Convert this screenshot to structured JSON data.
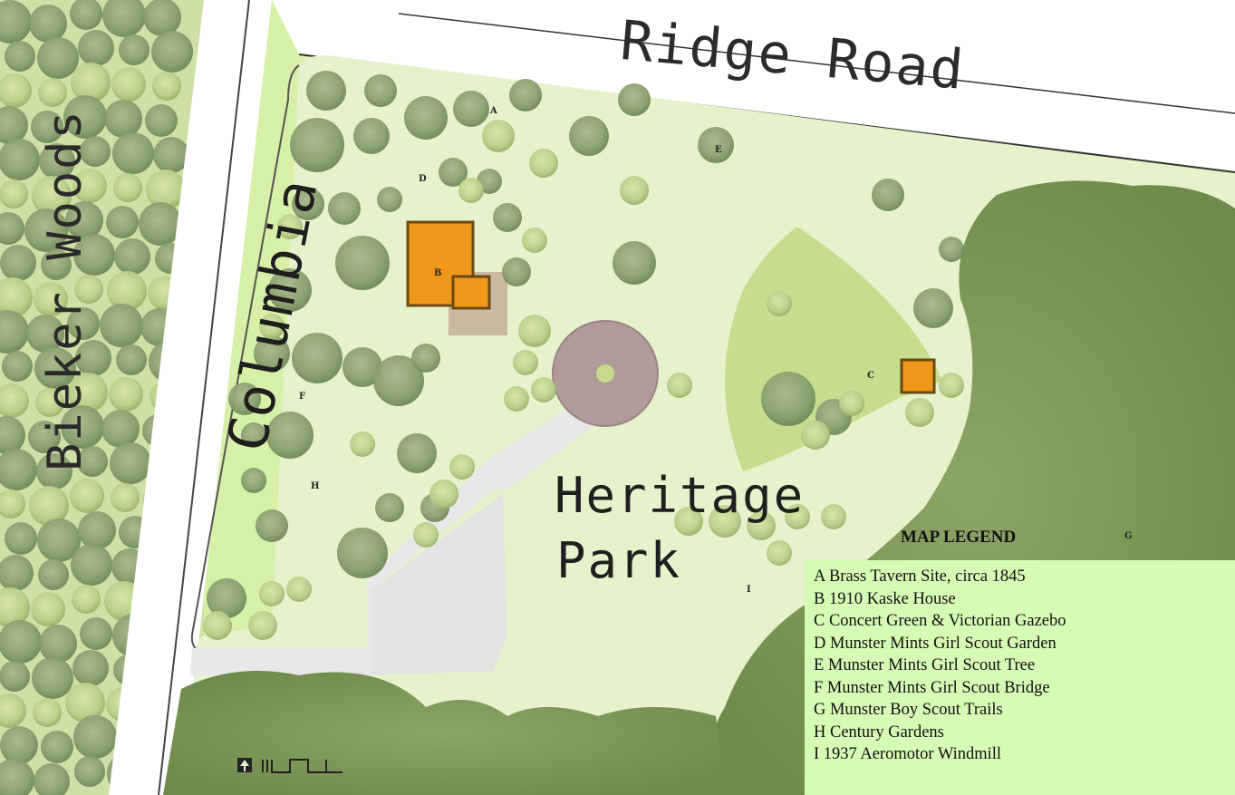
{
  "labels": {
    "ridge_road": "Ridge Road",
    "columbia": "Columbia",
    "bieker_woods": "Bieker Woods",
    "park_line1": "Heritage",
    "park_line2": "Park"
  },
  "markers": {
    "a": "A",
    "b": "B",
    "c": "C",
    "d": "D",
    "e": "E",
    "f": "F",
    "g": "G",
    "h": "H",
    "i": "I"
  },
  "legend": {
    "title": "MAP  LEGEND",
    "items": [
      "A  Brass Tavern Site, circa 1845",
      "B  1910 Kaske House",
      "C  Concert Green & Victorian Gazebo",
      "D  Munster Mints Girl Scout Garden",
      "E  Munster Mints Girl Scout Tree",
      "F  Munster Mints Girl Scout Bridge",
      "G  Munster Boy Scout Trails",
      "H  Century Gardens",
      "I    1937 Aeromotor Windmill"
    ]
  },
  "colors": {
    "frame": "#d6f0a8",
    "lawn": "#e6f2cc",
    "road": "#ffffff",
    "woods": "#7f9a5a",
    "tree_dark": "#8a9f70",
    "tree_light": "#b9cf8a",
    "building": "#f0961a",
    "plaza": "#b09a9a",
    "path": "#e3e3e3",
    "concert_green": "#c5de8e",
    "legend_bg": "#d6fbb4"
  },
  "icons": [
    "north-arrow-icon",
    "scale-bar-icon"
  ]
}
